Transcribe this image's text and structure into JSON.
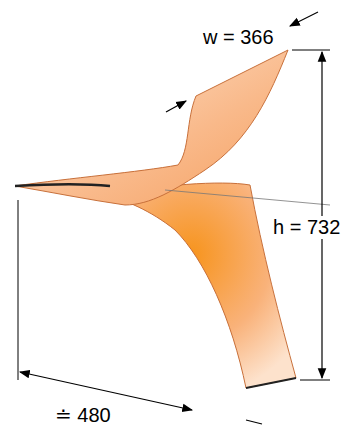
{
  "diagram": {
    "labels": [
      "w = 366",
      "h = 732",
      "≐ 480"
    ]
  }
}
